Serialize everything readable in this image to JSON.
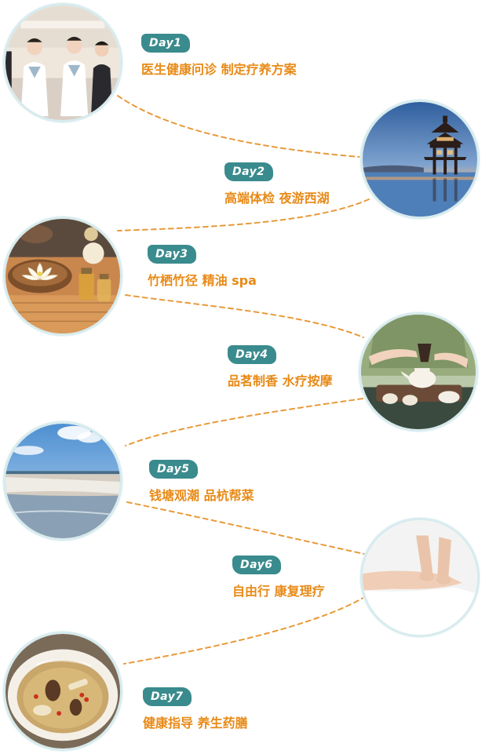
{
  "itinerary": [
    {
      "day": "Day1",
      "text": "医生健康问诊 制定疗养方案",
      "image": "medical-staff-photo"
    },
    {
      "day": "Day2",
      "text": "高端体检  夜游西湖",
      "image": "west-lake-pavilion-photo"
    },
    {
      "day": "Day3",
      "text": "竹栖竹径 精油 spa",
      "image": "spa-lotus-oils-photo"
    },
    {
      "day": "Day4",
      "text": "品茗制香  水疗按摩",
      "image": "tea-ceremony-photo"
    },
    {
      "day": "Day5",
      "text": "钱塘观潮  品杭帮菜",
      "image": "qiantang-tide-photo"
    },
    {
      "day": "Day6",
      "text": "自由行  康复理疗",
      "image": "massage-therapy-photo"
    },
    {
      "day": "Day7",
      "text": "健康指导  养生药膳",
      "image": "herbal-soup-photo"
    }
  ],
  "colors": {
    "badge": "#3a8b8d",
    "text": "#e88a17",
    "path": "#e89a3a",
    "ring": "#d7ebee"
  }
}
